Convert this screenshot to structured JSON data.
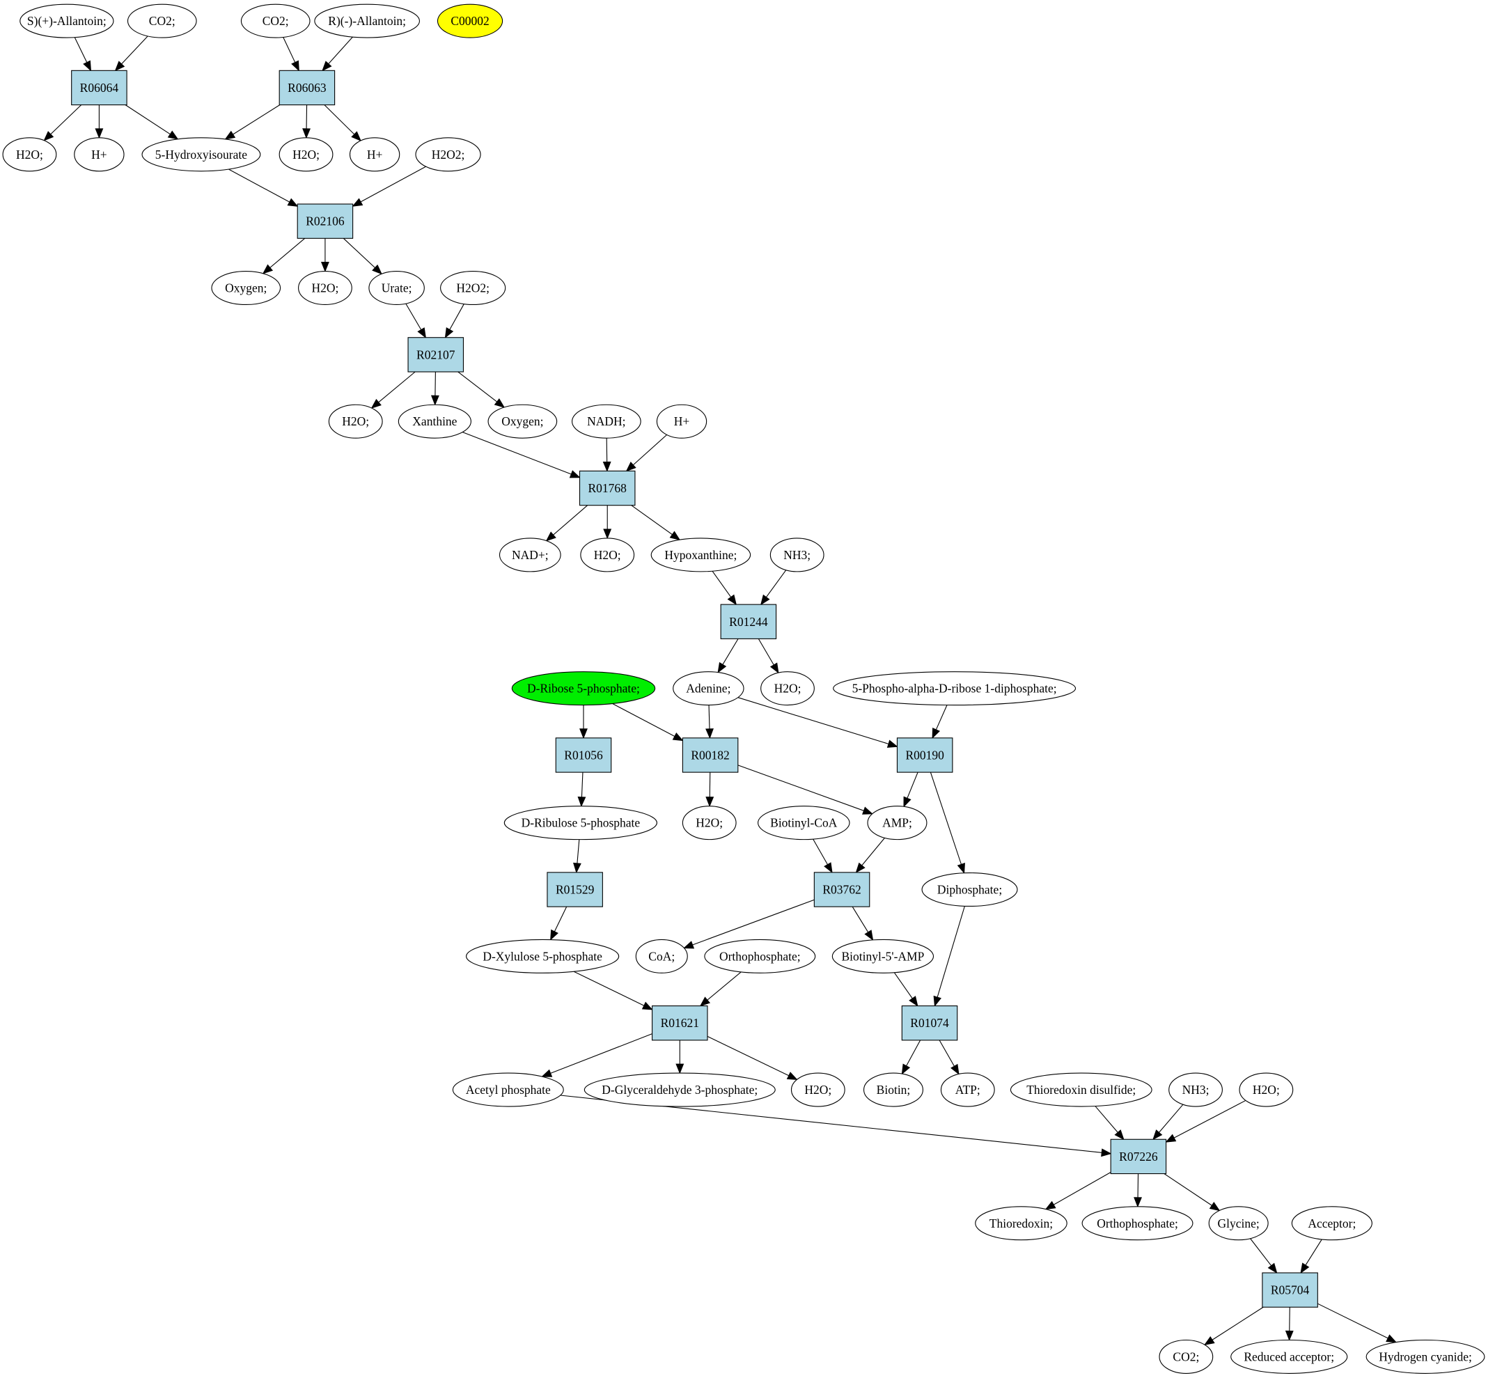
{
  "colors": {
    "reaction_fill": "#add8e6",
    "compound_fill": "#ffffff",
    "highlight_yellow": "#ffff00",
    "highlight_green": "#00ee00"
  },
  "reactions": [
    {
      "id": "r06064",
      "label": "R06064"
    },
    {
      "id": "r06063",
      "label": "R06063"
    },
    {
      "id": "r02106",
      "label": "R02106"
    },
    {
      "id": "r02107",
      "label": "R02107"
    },
    {
      "id": "r01768",
      "label": "R01768"
    },
    {
      "id": "r01244",
      "label": "R01244"
    },
    {
      "id": "r01056",
      "label": "R01056"
    },
    {
      "id": "r00182",
      "label": "R00182"
    },
    {
      "id": "r00190",
      "label": "R00190"
    },
    {
      "id": "r01529",
      "label": "R01529"
    },
    {
      "id": "r03762",
      "label": "R03762"
    },
    {
      "id": "r01621",
      "label": "R01621"
    },
    {
      "id": "r01074",
      "label": "R01074"
    },
    {
      "id": "r07226",
      "label": "R07226"
    },
    {
      "id": "r05704",
      "label": "R05704"
    }
  ],
  "compounds": [
    {
      "id": "s_allantoin",
      "label": "S)(+)-Allantoin;"
    },
    {
      "id": "co2_a",
      "label": "CO2;"
    },
    {
      "id": "co2_b",
      "label": "CO2;"
    },
    {
      "id": "r_allantoin",
      "label": "R)(-)-Allantoin;"
    },
    {
      "id": "c00002",
      "label": "C00002",
      "fill": "highlight_yellow"
    },
    {
      "id": "h2o_a",
      "label": "H2O;"
    },
    {
      "id": "hplus_a",
      "label": "H+"
    },
    {
      "id": "hydroxyisourate",
      "label": "5-Hydroxyisourate"
    },
    {
      "id": "h2o_b",
      "label": "H2O;"
    },
    {
      "id": "hplus_b",
      "label": "H+"
    },
    {
      "id": "h2o2_a",
      "label": "H2O2;"
    },
    {
      "id": "oxygen_a",
      "label": "Oxygen;"
    },
    {
      "id": "h2o_c",
      "label": "H2O;"
    },
    {
      "id": "urate",
      "label": "Urate;"
    },
    {
      "id": "h2o2_b",
      "label": "H2O2;"
    },
    {
      "id": "h2o_d",
      "label": "H2O;"
    },
    {
      "id": "xanthine",
      "label": "Xanthine"
    },
    {
      "id": "oxygen_b",
      "label": "Oxygen;"
    },
    {
      "id": "nadh",
      "label": "NADH;"
    },
    {
      "id": "hplus_c",
      "label": "H+"
    },
    {
      "id": "nadplus",
      "label": "NAD+;"
    },
    {
      "id": "h2o_e",
      "label": "H2O;"
    },
    {
      "id": "hypoxanthine",
      "label": "Hypoxanthine;"
    },
    {
      "id": "nh3_a",
      "label": "NH3;"
    },
    {
      "id": "ribose5p",
      "label": "D-Ribose 5-phosphate;",
      "fill": "highlight_green"
    },
    {
      "id": "adenine",
      "label": "Adenine;"
    },
    {
      "id": "h2o_f",
      "label": "H2O;"
    },
    {
      "id": "prpp",
      "label": "5-Phospho-alpha-D-ribose 1-diphosphate;"
    },
    {
      "id": "ribulose5p",
      "label": "D-Ribulose 5-phosphate"
    },
    {
      "id": "h2o_g",
      "label": "H2O;"
    },
    {
      "id": "biotinylcoa",
      "label": "Biotinyl-CoA"
    },
    {
      "id": "amp",
      "label": "AMP;"
    },
    {
      "id": "diphosphate",
      "label": "Diphosphate;"
    },
    {
      "id": "xylulose5p",
      "label": "D-Xylulose 5-phosphate"
    },
    {
      "id": "coa",
      "label": "CoA;"
    },
    {
      "id": "orthophosphate_a",
      "label": "Orthophosphate;"
    },
    {
      "id": "biotinyl_amp",
      "label": "Biotinyl-5'-AMP"
    },
    {
      "id": "acetylphosphate",
      "label": "Acetyl phosphate"
    },
    {
      "id": "g3p",
      "label": "D-Glyceraldehyde 3-phosphate;"
    },
    {
      "id": "h2o_h",
      "label": "H2O;"
    },
    {
      "id": "biotin",
      "label": "Biotin;"
    },
    {
      "id": "atp",
      "label": "ATP;"
    },
    {
      "id": "thioredoxin_disulfide",
      "label": "Thioredoxin disulfide;"
    },
    {
      "id": "nh3_b",
      "label": "NH3;"
    },
    {
      "id": "h2o_i",
      "label": "H2O;"
    },
    {
      "id": "thioredoxin",
      "label": "Thioredoxin;"
    },
    {
      "id": "orthophosphate_b",
      "label": "Orthophosphate;"
    },
    {
      "id": "glycine",
      "label": "Glycine;"
    },
    {
      "id": "acceptor",
      "label": "Acceptor;"
    },
    {
      "id": "co2_c",
      "label": "CO2;"
    },
    {
      "id": "reduced_acceptor",
      "label": "Reduced acceptor;"
    },
    {
      "id": "hcn",
      "label": "Hydrogen cyanide;"
    }
  ],
  "edges": [
    [
      "s_allantoin",
      "r06064"
    ],
    [
      "co2_a",
      "r06064"
    ],
    [
      "co2_b",
      "r06063"
    ],
    [
      "r_allantoin",
      "r06063"
    ],
    [
      "r06064",
      "h2o_a"
    ],
    [
      "r06064",
      "hplus_a"
    ],
    [
      "r06064",
      "hydroxyisourate"
    ],
    [
      "r06063",
      "hydroxyisourate"
    ],
    [
      "r06063",
      "h2o_b"
    ],
    [
      "r06063",
      "hplus_b"
    ],
    [
      "hydroxyisourate",
      "r02106"
    ],
    [
      "h2o2_a",
      "r02106"
    ],
    [
      "r02106",
      "oxygen_a"
    ],
    [
      "r02106",
      "h2o_c"
    ],
    [
      "r02106",
      "urate"
    ],
    [
      "urate",
      "r02107"
    ],
    [
      "h2o2_b",
      "r02107"
    ],
    [
      "r02107",
      "h2o_d"
    ],
    [
      "r02107",
      "xanthine"
    ],
    [
      "r02107",
      "oxygen_b"
    ],
    [
      "xanthine",
      "r01768"
    ],
    [
      "nadh",
      "r01768"
    ],
    [
      "hplus_c",
      "r01768"
    ],
    [
      "r01768",
      "nadplus"
    ],
    [
      "r01768",
      "h2o_e"
    ],
    [
      "r01768",
      "hypoxanthine"
    ],
    [
      "hypoxanthine",
      "r01244"
    ],
    [
      "nh3_a",
      "r01244"
    ],
    [
      "r01244",
      "adenine"
    ],
    [
      "r01244",
      "h2o_f"
    ],
    [
      "ribose5p",
      "r01056"
    ],
    [
      "ribose5p",
      "r00182"
    ],
    [
      "adenine",
      "r00182"
    ],
    [
      "adenine",
      "r00190"
    ],
    [
      "prpp",
      "r00190"
    ],
    [
      "r01056",
      "ribulose5p"
    ],
    [
      "r00182",
      "h2o_g"
    ],
    [
      "r00182",
      "amp"
    ],
    [
      "r00190",
      "amp"
    ],
    [
      "r00190",
      "diphosphate"
    ],
    [
      "ribulose5p",
      "r01529"
    ],
    [
      "biotinylcoa",
      "r03762"
    ],
    [
      "amp",
      "r03762"
    ],
    [
      "r01529",
      "xylulose5p"
    ],
    [
      "r03762",
      "coa"
    ],
    [
      "r03762",
      "biotinyl_amp"
    ],
    [
      "xylulose5p",
      "r01621"
    ],
    [
      "orthophosphate_a",
      "r01621"
    ],
    [
      "biotinyl_amp",
      "r01074"
    ],
    [
      "diphosphate",
      "r01074"
    ],
    [
      "r01621",
      "acetylphosphate"
    ],
    [
      "r01621",
      "g3p"
    ],
    [
      "r01621",
      "h2o_h"
    ],
    [
      "r01074",
      "biotin"
    ],
    [
      "r01074",
      "atp"
    ],
    [
      "acetylphosphate",
      "r07226"
    ],
    [
      "thioredoxin_disulfide",
      "r07226"
    ],
    [
      "nh3_b",
      "r07226"
    ],
    [
      "h2o_i",
      "r07226"
    ],
    [
      "r07226",
      "thioredoxin"
    ],
    [
      "r07226",
      "orthophosphate_b"
    ],
    [
      "r07226",
      "glycine"
    ],
    [
      "glycine",
      "r05704"
    ],
    [
      "acceptor",
      "r05704"
    ],
    [
      "r05704",
      "co2_c"
    ],
    [
      "r05704",
      "reduced_acceptor"
    ],
    [
      "r05704",
      "hcn"
    ]
  ]
}
